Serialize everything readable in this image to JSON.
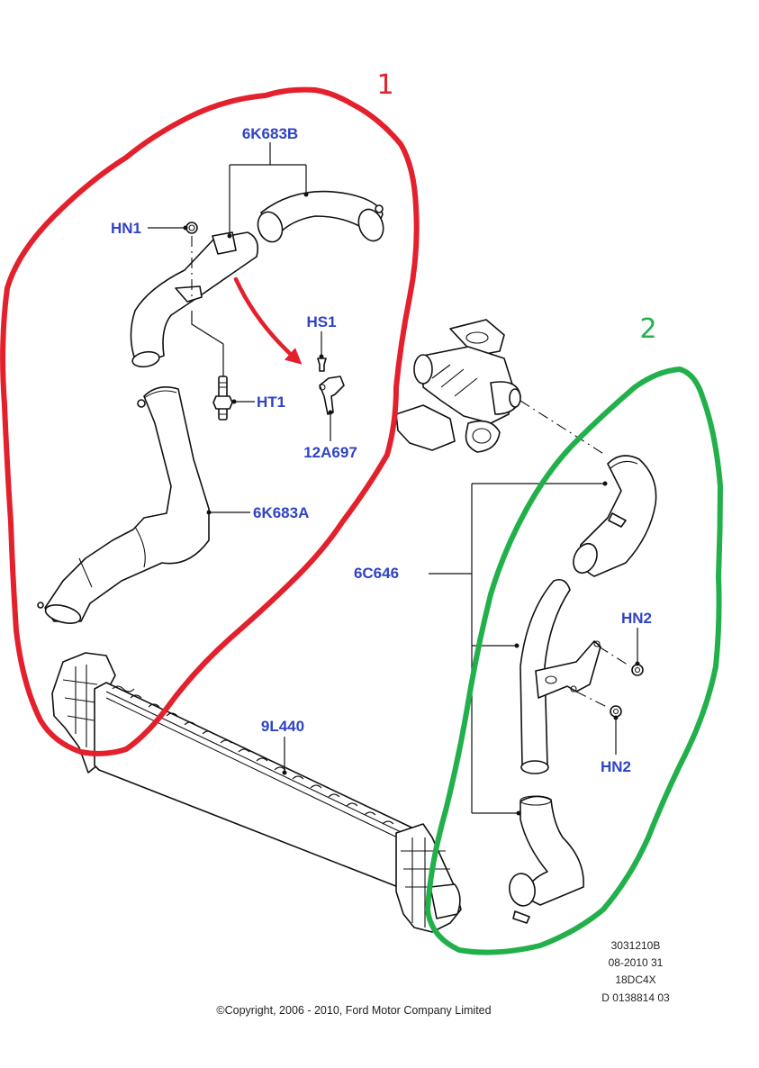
{
  "diagram": {
    "title": "Intercooler and charge air hoses",
    "groups": [
      {
        "id": "1",
        "label": "1",
        "color": "#e3202b"
      },
      {
        "id": "2",
        "label": "2",
        "color": "#22b04b"
      }
    ],
    "callouts": {
      "hose_upper": "6K683B",
      "nut_hn1": "HN1",
      "screw_hs1": "HS1",
      "stud_ht1": "HT1",
      "sensor": "12A697",
      "hose_lower": "6K683A",
      "intercooler": "9L440",
      "pipe_assembly": "6C646",
      "nut_hn2_upper": "HN2",
      "nut_hn2_lower": "HN2"
    },
    "label_color": "#2f43c4",
    "arrow_color": "#e3202b"
  },
  "footer": {
    "ref_lines": [
      "3031210B",
      "08-2010 31",
      "18DC4X",
      "D 0138814 03"
    ],
    "copyright": "©Copyright, 2006 - 2010, Ford Motor Company Limited"
  }
}
